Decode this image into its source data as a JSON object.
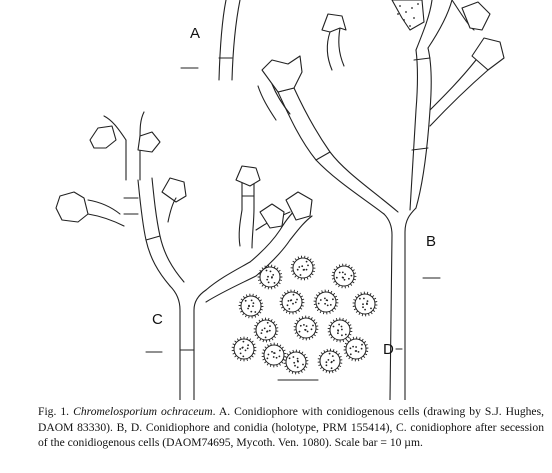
{
  "figure": {
    "panel_labels": {
      "a": "A",
      "b": "B",
      "c": "C",
      "d": "D"
    }
  },
  "caption": {
    "fig_label": "Fig. 1.",
    "species": "Chromelosporium ochraceum",
    "text": ". A. Conidiophore with conidiogenous cells (drawing by S.J. Hughes, DAOM 83330). B, D. Conidiophore and conidia (holotype, PRM 155414), C. conidiophore after secession of the conidiogenous cells (DAOM74695, Mycoth. Ven. 1080). Scale bar = 10 µm."
  }
}
